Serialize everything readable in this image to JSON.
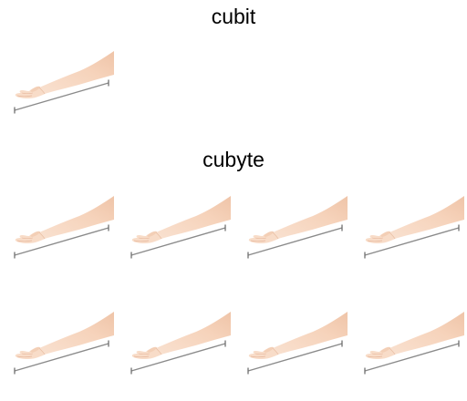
{
  "titles": {
    "cubit": "cubit",
    "cubyte": "cubyte"
  },
  "images": {
    "cubit_count": 1,
    "cubyte_count": 8,
    "icon": "forearm-with-measuring-line-icon"
  },
  "colors": {
    "skin": "#f6d6bf",
    "skin_shadow": "#ecc1a6",
    "measure_line": "#8a8a8a"
  }
}
